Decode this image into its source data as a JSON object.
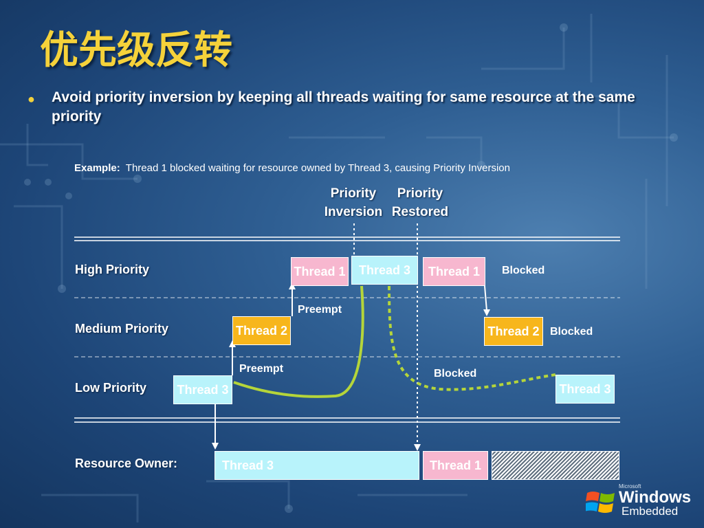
{
  "title": "优先级反转",
  "bullet": "Avoid priority inversion by keeping all threads waiting for same resource at the same priority",
  "example": {
    "label": "Example:",
    "text": "Thread 1 blocked waiting for resource owned by Thread 3, causing Priority Inversion"
  },
  "markers": {
    "inversion": [
      "Priority",
      "Inversion"
    ],
    "restored": [
      "Priority",
      "Restored"
    ]
  },
  "rows": {
    "high": "High Priority",
    "medium": "Medium Priority",
    "low": "Low Priority",
    "resource": "Resource Owner:"
  },
  "boxes": {
    "high_thread1_a": "Thread 1",
    "high_thread3": "Thread 3",
    "high_thread1_b": "Thread 1",
    "medium_thread2_a": "Thread 2",
    "medium_thread2_b": "Thread 2",
    "low_thread3_a": "Thread 3",
    "low_thread3_b": "Thread 3",
    "res_thread3": "Thread 3",
    "res_thread1": "Thread 1"
  },
  "annotations": {
    "blocked_high": "Blocked",
    "blocked_medium": "Blocked",
    "blocked_low": "Blocked",
    "preempt_upper": "Preempt",
    "preempt_lower": "Preempt"
  },
  "logo": {
    "microsoft": "Microsoft",
    "windows": "Windows",
    "embedded": "Embedded"
  },
  "colors": {
    "title": "#f5d23a",
    "thread1": "#f7b7cf",
    "thread2": "#f7b61c",
    "thread3": "#b8f3fb",
    "curve": "#b5d53a"
  }
}
